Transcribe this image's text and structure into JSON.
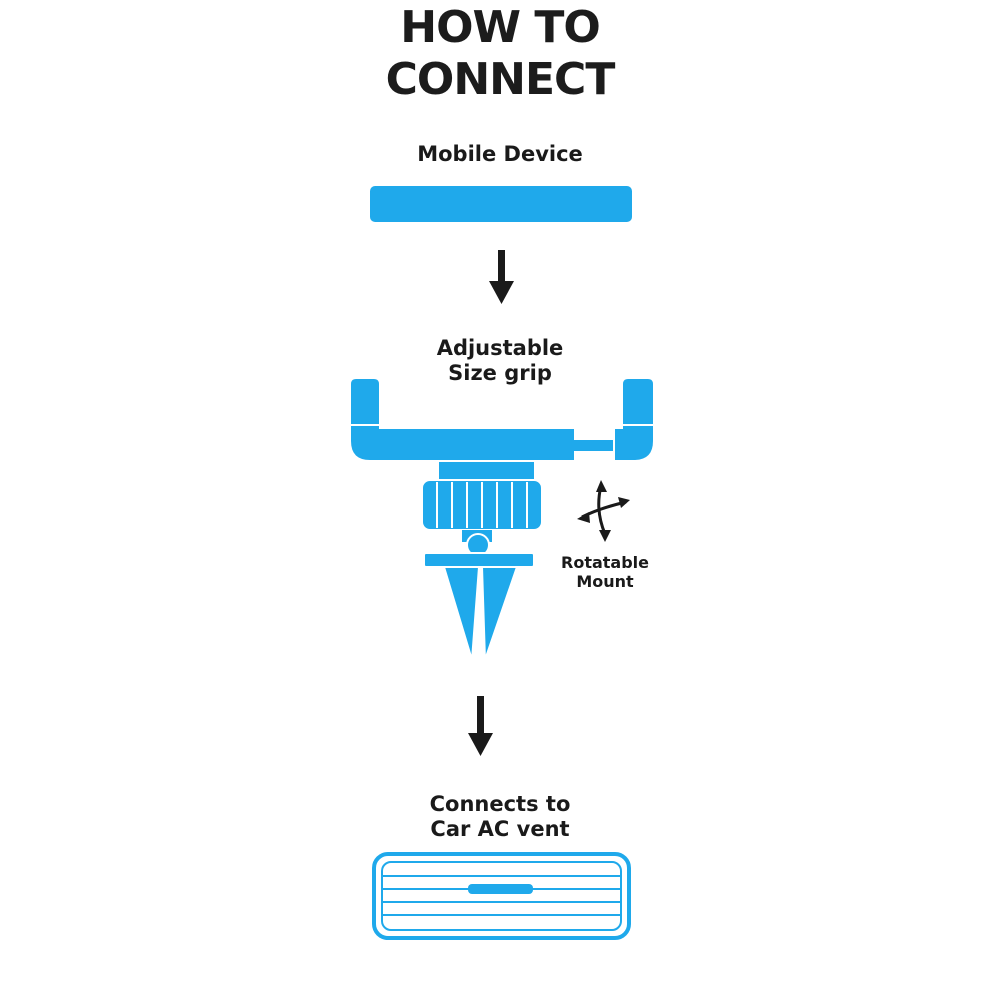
{
  "title": "HOW TO\nCONNECT",
  "labels": {
    "mobile_device": "Mobile Device",
    "grip": "Adjustable\nSize grip",
    "rotatable": "Rotatable\nMount",
    "vent": "Connects to\nCar AC vent"
  },
  "colors": {
    "accent": "#1fa9eb",
    "text": "#1a1a1a",
    "background": "#ffffff"
  },
  "icons": [
    "arrow-down-icon",
    "rotate-arrows-icon"
  ]
}
